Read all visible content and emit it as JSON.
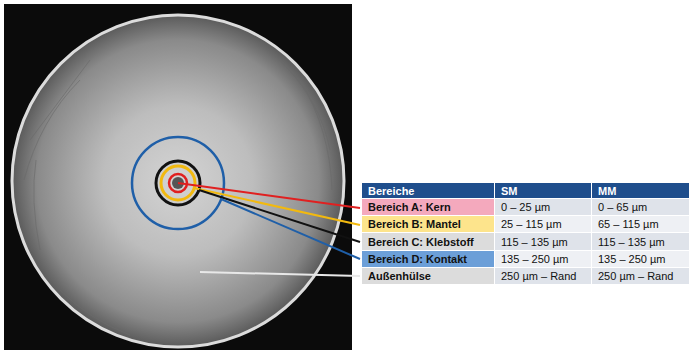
{
  "diagram": {
    "labels": [
      "Bereiche",
      "SM",
      "MM",
      "Bereich A: Kern",
      "0 – 25 µm",
      "0 – 65 µm",
      "Bereich B: Mantel",
      "25 – 115 µm",
      "65 – 115 µm",
      "Bereich C: Klebstoff",
      "115 – 135 µm",
      "115 – 135 µm",
      "Bereich D: Kontakt",
      "135 – 250 µm",
      "135 – 250 µm",
      "Außenhülse",
      "250 µm – Rand",
      "250 µm – Rand"
    ]
  }
}
